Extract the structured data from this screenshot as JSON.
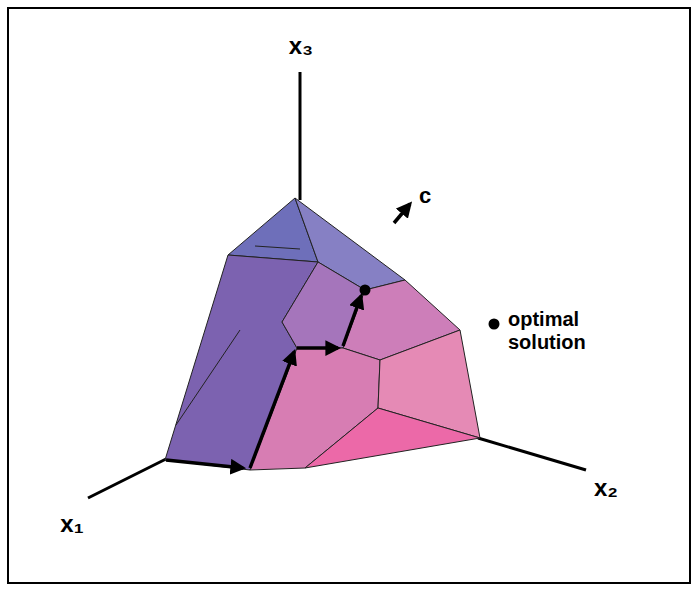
{
  "diagram": {
    "labels": [
      "x₃",
      "c",
      "x₁",
      "x₂"
    ],
    "legend": [
      {
        "text": "optimal solution"
      }
    ]
  }
}
